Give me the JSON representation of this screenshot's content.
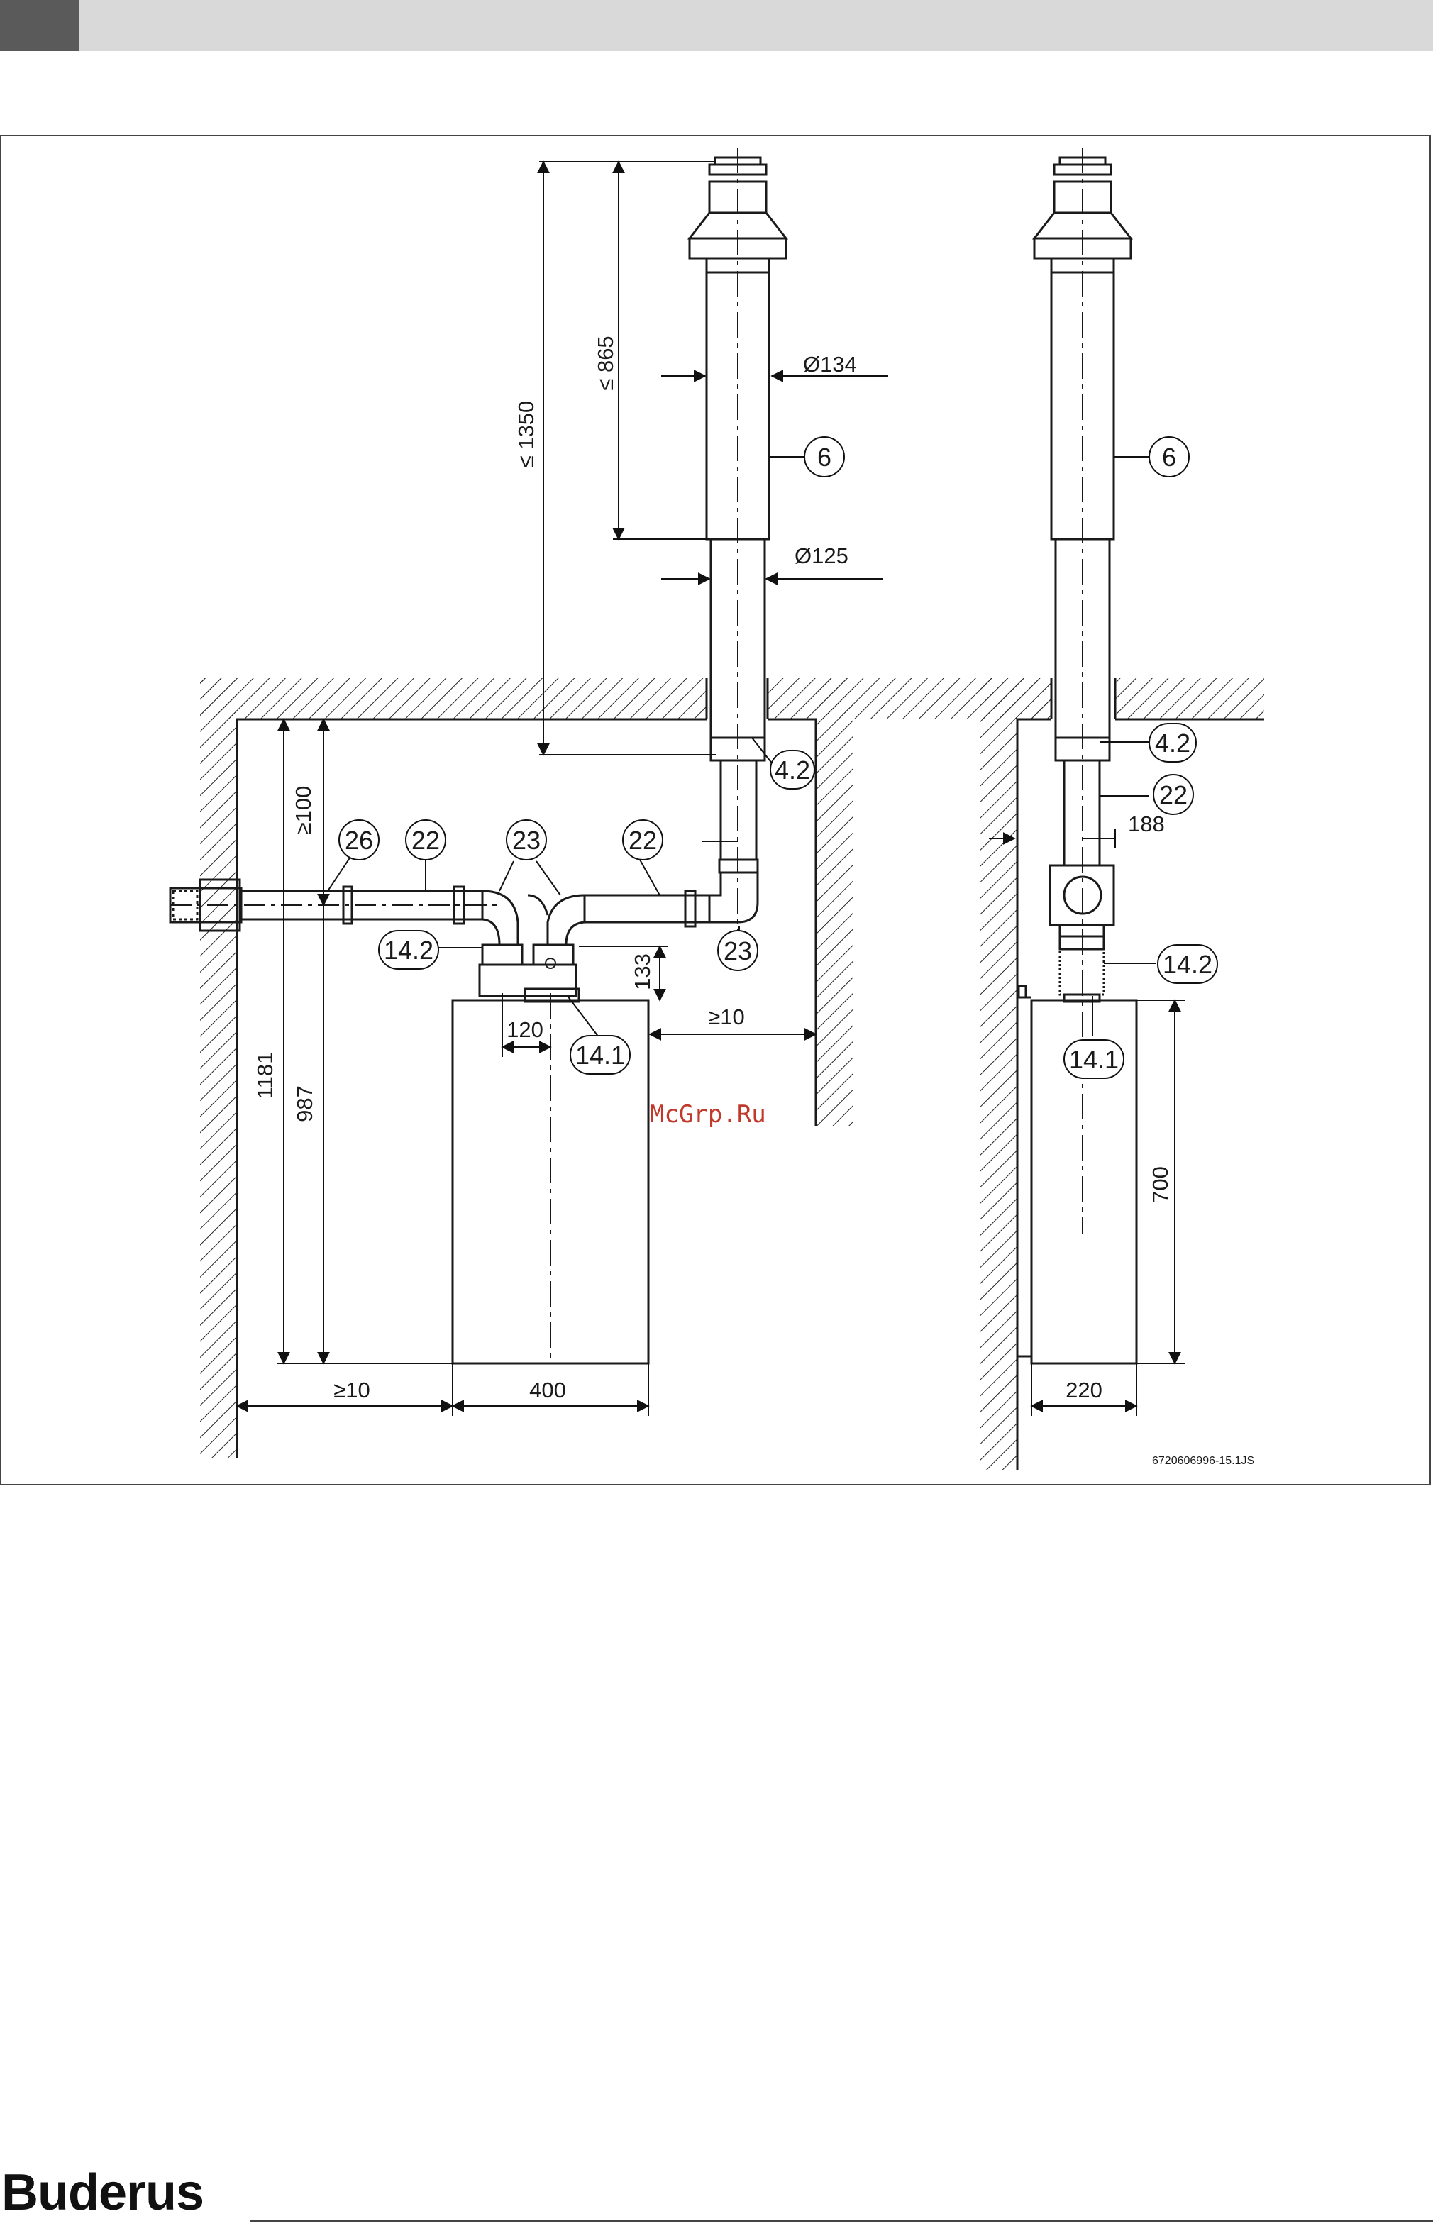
{
  "header": {
    "bar_color": "#d9d9d9",
    "tab_color": "#5a5a5a"
  },
  "dimensions": {
    "max_1350": "≤ 1350",
    "max_865": "≤ 865",
    "dia_134": "Ø134",
    "dia_125": "Ø125",
    "min_100": "≥100",
    "d_1181": "1181",
    "d_987": "987",
    "d_133": "133",
    "d_120": "120",
    "min_10_right": "≥10",
    "min_10_left": "≥10",
    "d_400": "400",
    "d_188": "188",
    "d_700": "700",
    "d_220": "220"
  },
  "callouts": {
    "c6_front": "6",
    "c4_2_front": "4.2",
    "c26": "26",
    "c22_left": "22",
    "c23_top": "23",
    "c22_right": "22",
    "c14_2_front": "14.2",
    "c23_bottom": "23",
    "c14_1_front": "14.1",
    "c6_side": "6",
    "c4_2_side": "4.2",
    "c22_side": "22",
    "c14_2_side": "14.2",
    "c14_1_side": "14.1"
  },
  "figure_code": "6720606996-15.1JS",
  "watermark": "McGrp.Ru",
  "brand": {
    "logo_text": "Buderus"
  },
  "colors": {
    "line": "#1a1a1a",
    "watermark": "#c0392b"
  }
}
